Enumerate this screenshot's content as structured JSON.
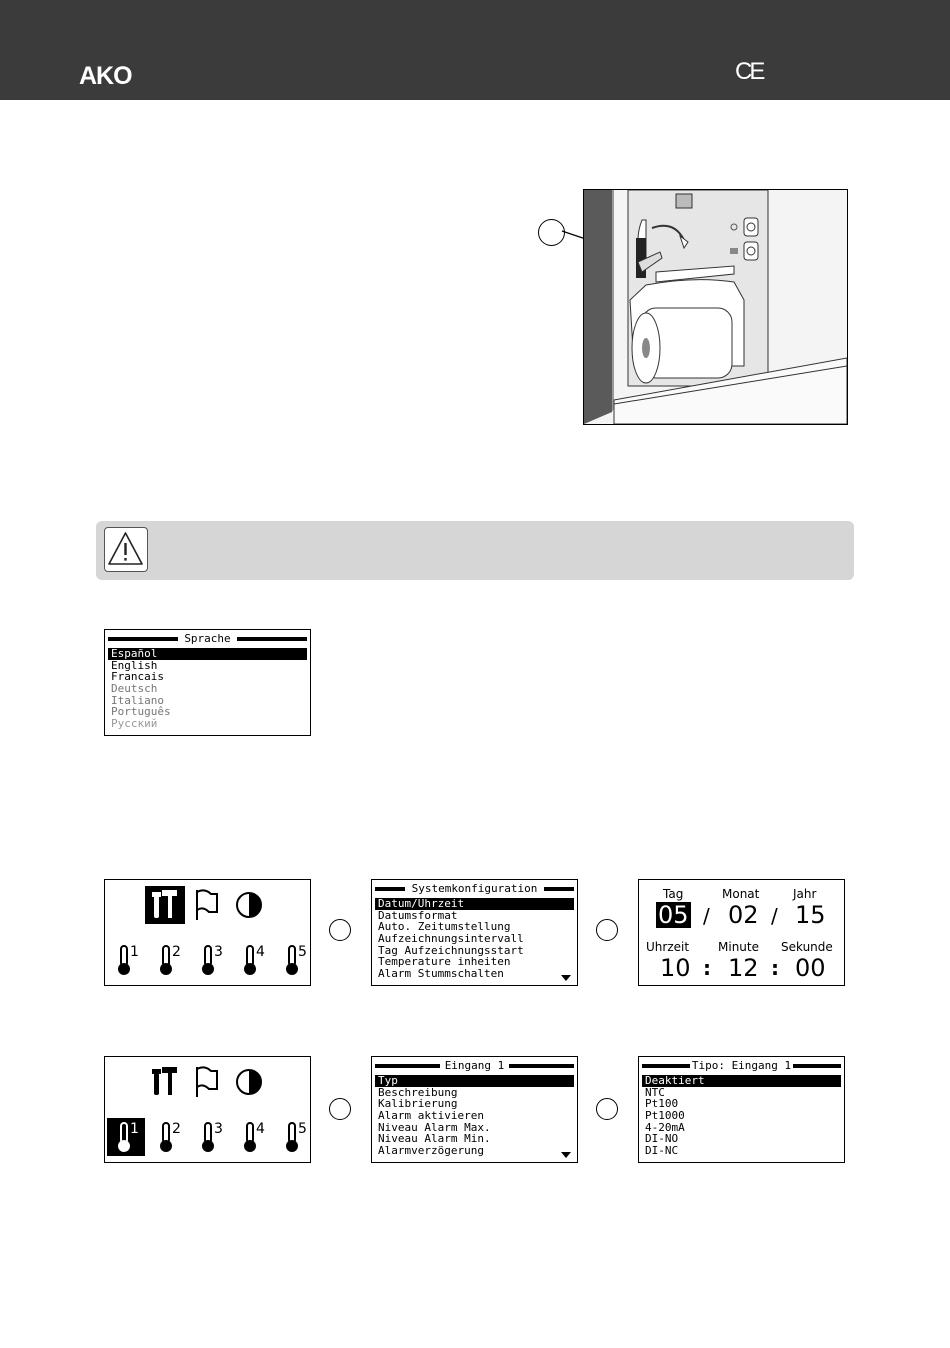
{
  "header": {
    "logo": "AKO",
    "mark": "CE"
  },
  "language_menu": {
    "title": "Sprache",
    "items": [
      "Español",
      "English",
      "Francais",
      "Deutsch",
      "Italiano",
      "Português",
      "Русский"
    ]
  },
  "icon_menu": {
    "probe_numbers": [
      "1",
      "2",
      "3",
      "4",
      "5"
    ]
  },
  "system_config_menu": {
    "title": "Systemkonfiguration",
    "items": [
      "Datum/Uhrzeit",
      "Datumsformat",
      "Auto. Zeitumstellung",
      "Aufzeichnungsintervall",
      "Tag Aufzeichnungsstart",
      "Temperature inheiten",
      "Alarm Stummschalten"
    ]
  },
  "datetime_screen": {
    "day_label": "Tag",
    "month_label": "Monat",
    "year_label": "Jahr",
    "day": "05",
    "month": "02",
    "year": "15",
    "hour_label": "Uhrzeit",
    "minute_label": "Minute",
    "second_label": "Sekunde",
    "hour": "10",
    "minute": "12",
    "second": "00",
    "date_sep": "/",
    "time_sep": ":"
  },
  "input_menu": {
    "title": "Eingang 1",
    "items": [
      "Typ",
      "Beschreibung",
      "Kalibrierung",
      "Alarm aktivieren",
      "Niveau Alarm Max.",
      "Niveau Alarm Min.",
      "Alarmverzögerung"
    ]
  },
  "type_menu": {
    "title": "Tipo: Eingang 1",
    "items": [
      "Deaktiert",
      "NTC",
      "Pt100",
      "Pt1000",
      "4-20mA",
      "DI-NO",
      "DI-NC"
    ]
  }
}
